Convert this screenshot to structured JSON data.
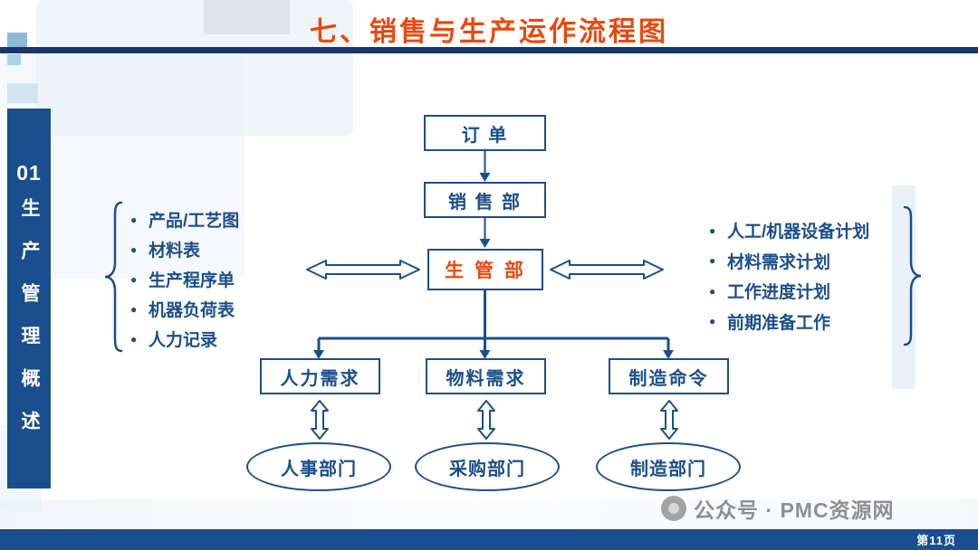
{
  "title": "七、销售与生产运作流程图",
  "sidebar": {
    "number": "01",
    "label": "生产管理概述"
  },
  "flow": {
    "order_label": "订 单",
    "sales_label": "销 售 部",
    "prod_label": "生 管 部",
    "left_items": [
      "产品/工艺图",
      "材料表",
      "生产程序单",
      "机器负荷表",
      "人力记录"
    ],
    "right_items": [
      "人工/机器设备计划",
      "材料需求计划",
      "工作进度计划",
      "前期准备工作"
    ],
    "demand_boxes": [
      "人力需求",
      "物料需求",
      "制造命令"
    ],
    "departments": [
      "人事部门",
      "采购部门",
      "制造部门"
    ]
  },
  "watermark": "公众号 · PMC资源网",
  "footer_page": "第11页",
  "colors": {
    "primary_blue": "#1b4f8a",
    "sidebar_blue": "#1a4e8e",
    "header_rule_navy": "#17366b",
    "accent_orange_red": "#e8490e",
    "watermark_gray": "#8f8f8f"
  }
}
